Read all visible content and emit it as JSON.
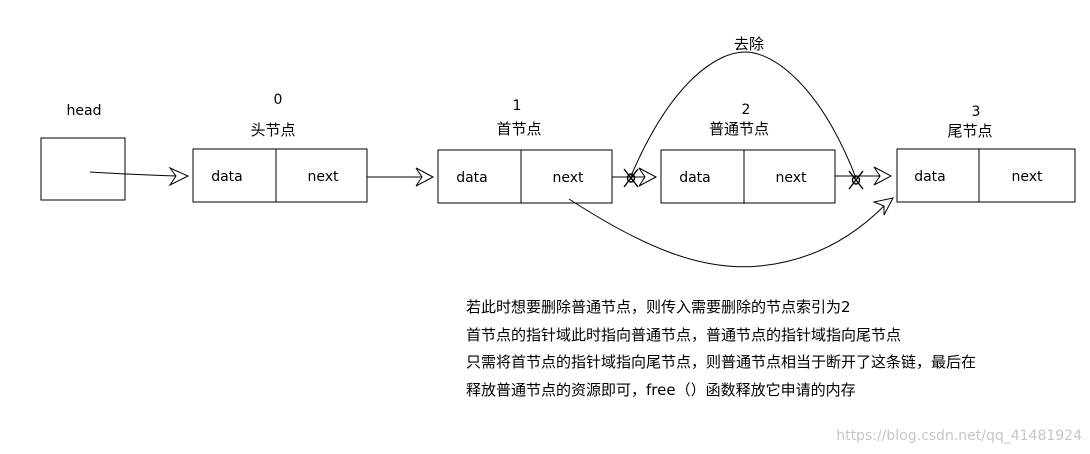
{
  "head": {
    "label": "head"
  },
  "nodes": [
    {
      "index": "0",
      "title": "头节点",
      "data_label": "data",
      "next_label": "next"
    },
    {
      "index": "1",
      "title": "首节点",
      "data_label": "data",
      "next_label": "next"
    },
    {
      "index": "2",
      "title": "普通节点",
      "data_label": "data",
      "next_label": "next"
    },
    {
      "index": "3",
      "title": "尾节点",
      "data_label": "data",
      "next_label": "next"
    }
  ],
  "remove_label": "去除",
  "notes": [
    "若此时想要删除普通节点，则传入需要删除的节点索引为2",
    "首节点的指针域此时指向普通节点，普通节点的指针域指向尾节点",
    "只需将首节点的指针域指向尾节点，则普通节点相当于断开了这条链，最后在",
    "释放普通节点的资源即可，free（）函数释放它申请的内存"
  ],
  "watermark": "https://blog.csdn.net/qq_41481924"
}
